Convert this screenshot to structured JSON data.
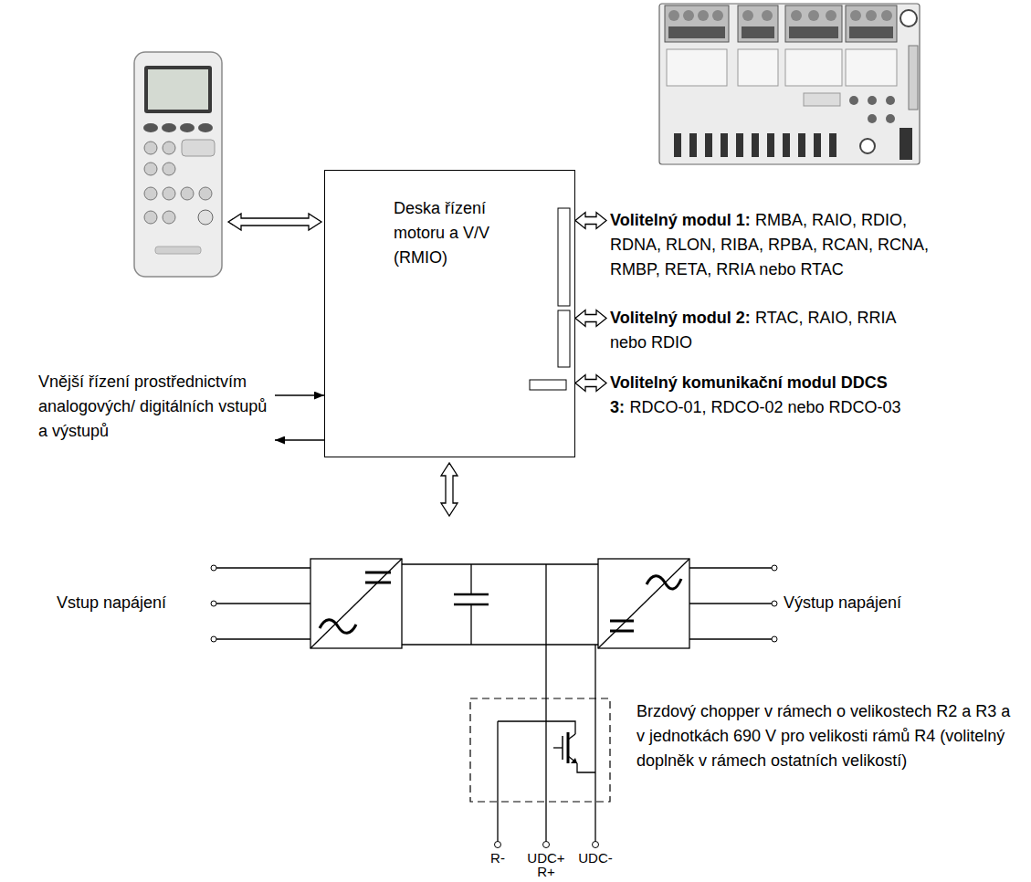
{
  "diagram": {
    "nodes": [
      {
        "text": [
          "Deska řízení motoru a V/V (RMIO)"
        ]
      },
      {
        "text": [
          "Volitelný modul 1:",
          "RMBA, RAIO, RDIO, RDNA, RLON, RIBA, RPBA, RCAN, RCNA, RMBP, RETA, RRIA nebo RTAC"
        ]
      },
      {
        "text": [
          "Volitelný modul 2:",
          "RTAC, RAIO, RRIA nebo RDIO"
        ]
      },
      {
        "text": [
          "Volitelný komunikační modul DDCS 3:",
          "RDCO-01, RDCO-02 nebo RDCO-03"
        ]
      },
      {
        "text": [
          "Vnější řízení prostřednictvím analogových/ digitálních vstupů a výstupů"
        ]
      }
    ],
    "edges": [
      {
        "from": 0,
        "to": 1,
        "arrow": "both"
      },
      {
        "from": 0,
        "to": 2,
        "arrow": "both"
      },
      {
        "from": 0,
        "to": 3,
        "arrow": "both"
      },
      {
        "from": 4,
        "to": 0,
        "arrow": "to"
      },
      {
        "from": 0,
        "to": 4,
        "arrow": "to"
      }
    ],
    "labels": [
      "Vstup napájení",
      "Výstup napájení",
      "Brzdový chopper v rámech o velikostech R2 a R3 a v jednotkách 690 V pro velikosti rámů R4 (volitelný doplněk v rámech ostatních velikostí)",
      "R-",
      "UDC+",
      "UDC-",
      "R+"
    ]
  }
}
